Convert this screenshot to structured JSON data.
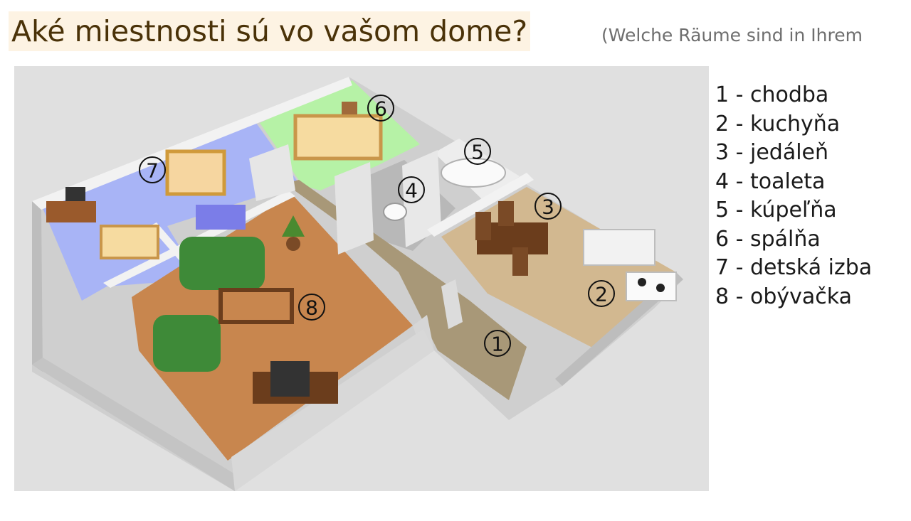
{
  "heading": {
    "title": "Aké miestnosti sú vo vašom dome?",
    "subtitle": "(Welche Räume sind in Ihrem"
  },
  "plan": {
    "markers": [
      "1",
      "2",
      "3",
      "4",
      "5",
      "6",
      "7",
      "8"
    ],
    "colors": {
      "panel": "#e0e0e0",
      "wall": "#d0d0d0",
      "wall_top": "#f4f4f4",
      "hallway_floor": "#a89878",
      "kitchen_floor": "#d2b890",
      "bathroom_floor": "#ededed",
      "toilet_floor": "#b8b8b8",
      "bedroom_floor": "#b6f2a6",
      "kids_room_floor": "#a8b4f6",
      "living_floor": "#c8864e",
      "sofa": "#3e8a38",
      "wood": "#7a4a26",
      "bed_sheet": "#f6dba0"
    }
  },
  "legend": {
    "items": [
      "1 - chodba",
      "2 - kuchyňa",
      "3 - jedáleň",
      "4 - toaleta",
      "5 - kúpeľňa",
      "6 - spálňa",
      "7 - detská izba",
      "8 - obývačka"
    ]
  }
}
